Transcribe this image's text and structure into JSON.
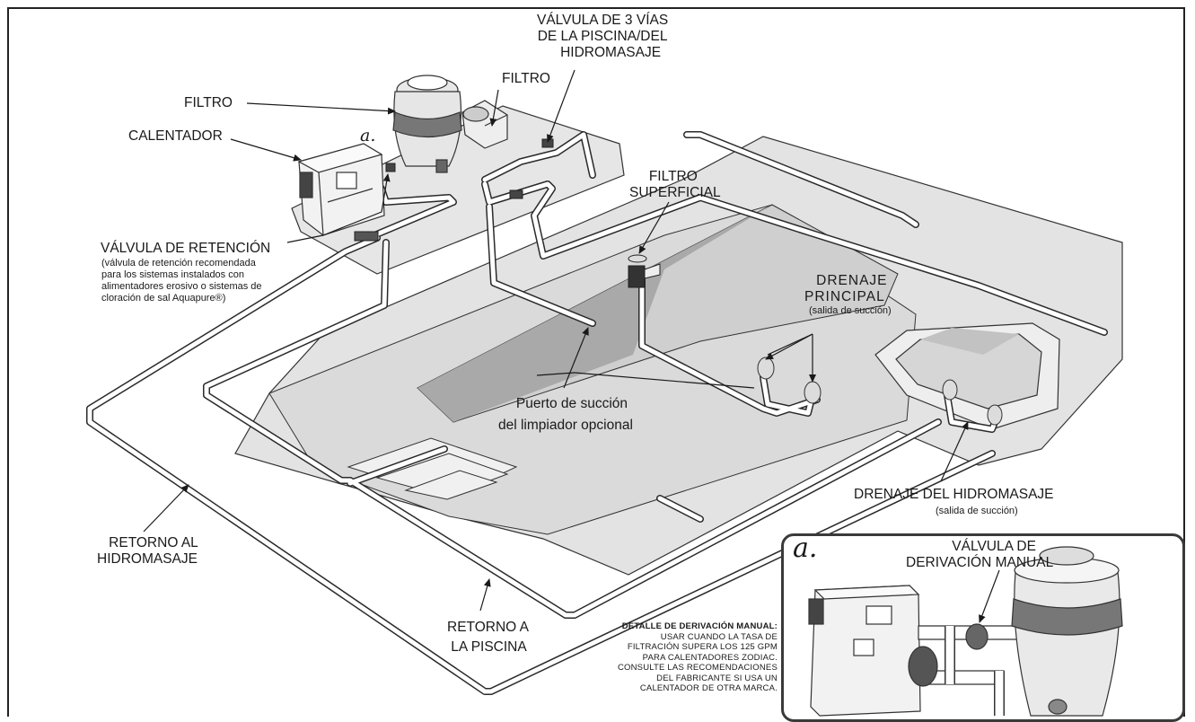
{
  "diagram": {
    "labels": {
      "filter_pump": "FILTRO",
      "filter_main": "FILTRO",
      "heater": "CALENTADOR",
      "detail_marker": "a.",
      "valve_3way": [
        "VÁLVULA DE 3 VÍAS",
        "DE LA PISCINA/DEL",
        "HIDROMASAJE"
      ],
      "check_valve_title": "VÁLVULA DE RETENCIÓN",
      "check_valve_note": [
        "(válvula de retención recomendada",
        "para los sistemas instalados con",
        "alimentadores erosivo o sistemas de",
        "cloración de sal Aquapure®)"
      ],
      "skimmer": [
        "FILTRO",
        "SUPERFICIAL"
      ],
      "main_drain": [
        "DRENAJE",
        "PRINCIPAL"
      ],
      "main_drain_note": "(salida de succión)",
      "cleaner_port": [
        "Puerto de succión",
        "del limpiador opcional"
      ],
      "spa_drain": "DRENAJE DEL HIDROMASAJE",
      "spa_drain_note": "(salida de succión)",
      "spa_return": [
        "RETORNO AL",
        "HIDROMASAJE"
      ],
      "pool_return": [
        "RETORNO A",
        "LA PISCINA"
      ]
    },
    "inset": {
      "marker": "a.",
      "bypass_valve": [
        "VÁLVULA DE",
        "DERIVACIÓN MANUAL"
      ]
    },
    "bypass_detail": {
      "title": "DETALLE DE DERIVACIÓN MANUAL:",
      "lines": [
        "USAR CUANDO LA TASA DE",
        "FILTRACIÓN SUPERA LOS 125 GPM",
        "PARA CALENTADORES ZODIAC.",
        "CONSULTE LAS RECOMENDACIONES",
        "DEL FABRICANTE SI USA UN",
        "CALENTADOR DE OTRA MARCA."
      ]
    },
    "colors": {
      "deck": "#e3e3e3",
      "pool_floor": "#cfcfcf",
      "water_band": "#a9a9a9",
      "line": "#2a2a2a",
      "pipe": "#ffffff"
    }
  }
}
